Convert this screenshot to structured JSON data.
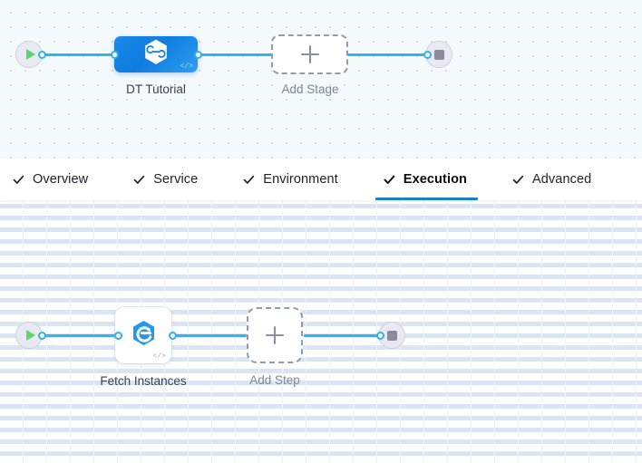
{
  "theme": {
    "accent_blue": "#1b7ed1",
    "edge_blue": "#2eb6ef",
    "stage_blue": "#0f7ce0",
    "canvas_stages_bg": "#f4f9fc",
    "canvas_steps_bg": "#ffffff",
    "play_green": "#5cd669",
    "stop_gray": "#8b8b9e",
    "dashed_border": "#9499ad"
  },
  "stage_canvas": {
    "name": "pipeline-stages-canvas",
    "start_node": {
      "icon": "play-icon",
      "label": ""
    },
    "end_node": {
      "icon": "stop-icon",
      "label": ""
    },
    "stage_node": {
      "label": "DT Tutorial",
      "icon": "harness-hexagon-icon",
      "code_badge": "</>"
    },
    "add_stage": {
      "label": "Add Stage",
      "icon": "plus-icon"
    }
  },
  "tabbar": {
    "name": "stage-config-tabs",
    "active_index": 3,
    "tabs": [
      {
        "label": "Overview",
        "icon": "check-icon",
        "active": false
      },
      {
        "label": "Service",
        "icon": "check-icon",
        "active": false
      },
      {
        "label": "Environment",
        "icon": "check-icon",
        "active": false
      },
      {
        "label": "Execution",
        "icon": "check-icon",
        "active": true
      },
      {
        "label": "Advanced",
        "icon": "check-icon",
        "active": false
      }
    ]
  },
  "step_canvas": {
    "name": "execution-steps-canvas",
    "start_node": {
      "icon": "play-icon",
      "label": ""
    },
    "end_node": {
      "icon": "stop-icon",
      "label": ""
    },
    "step_node": {
      "label": "Fetch Instances",
      "icon": "elastigroup-hexagon-icon",
      "code_badge": "</>"
    },
    "add_step": {
      "label": "Add Step",
      "icon": "plus-icon"
    }
  }
}
